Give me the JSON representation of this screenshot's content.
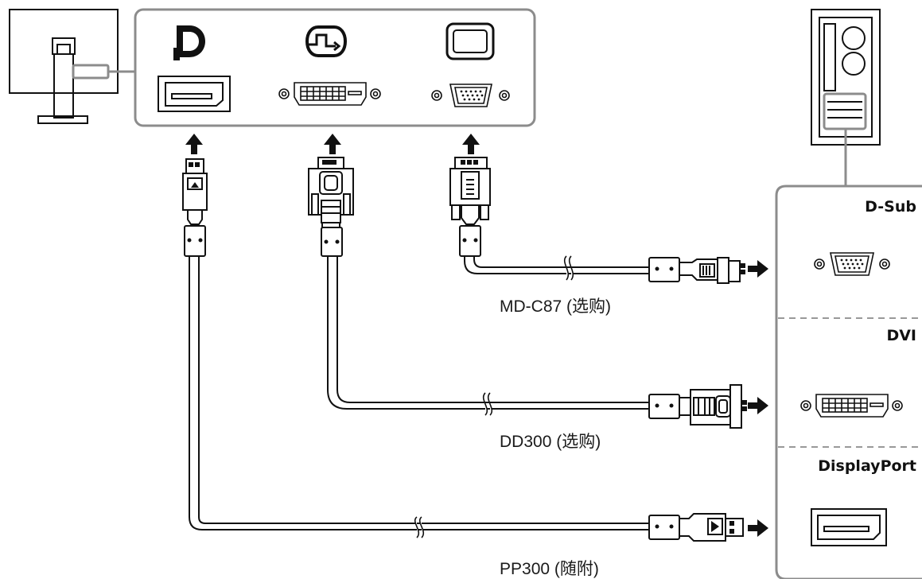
{
  "pc_panel": {
    "sections": [
      {
        "id": "dsub",
        "label": "D-Sub",
        "icon": "vga-port-icon"
      },
      {
        "id": "dvi",
        "label": "DVI",
        "icon": "dvi-port-icon"
      },
      {
        "id": "dp",
        "label": "DisplayPort",
        "icon": "displayport-port-icon"
      }
    ]
  },
  "monitor_panel": {
    "ports": [
      {
        "id": "dp",
        "icon": "displayport-logo-icon",
        "port_icon": "displayport-port-icon"
      },
      {
        "id": "dvi",
        "icon": "digital-input-icon",
        "port_icon": "dvi-port-icon"
      },
      {
        "id": "vga",
        "icon": "analog-input-icon",
        "port_icon": "vga-port-icon"
      }
    ]
  },
  "cables": [
    {
      "id": "vga",
      "label": "MD-C87 (选购)"
    },
    {
      "id": "dvi",
      "label": "DD300 (选购)"
    },
    {
      "id": "dp",
      "label": "PP300 (随附)"
    }
  ],
  "colors": {
    "line": "#111111",
    "panel_border": "#8c8c8c",
    "dash": "#999999"
  }
}
